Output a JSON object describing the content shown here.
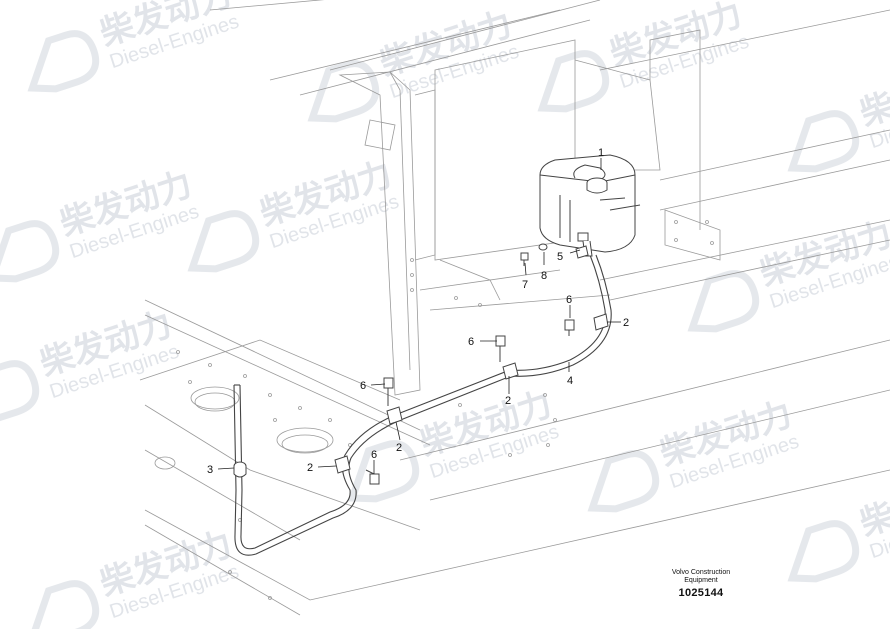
{
  "watermark": {
    "cn": "柴发动力",
    "en": "Diesel-Engines"
  },
  "callouts": [
    "1",
    "2",
    "2",
    "2",
    "2",
    "3",
    "4",
    "5",
    "6",
    "6",
    "6",
    "6",
    "7",
    "8"
  ],
  "caption": {
    "line1": "Volvo Construction",
    "line2": "Equipment",
    "number": "1025144"
  },
  "colors": {
    "line": "#444444",
    "faint": "#9a9a9a",
    "watermark": "#c9cfd8"
  }
}
